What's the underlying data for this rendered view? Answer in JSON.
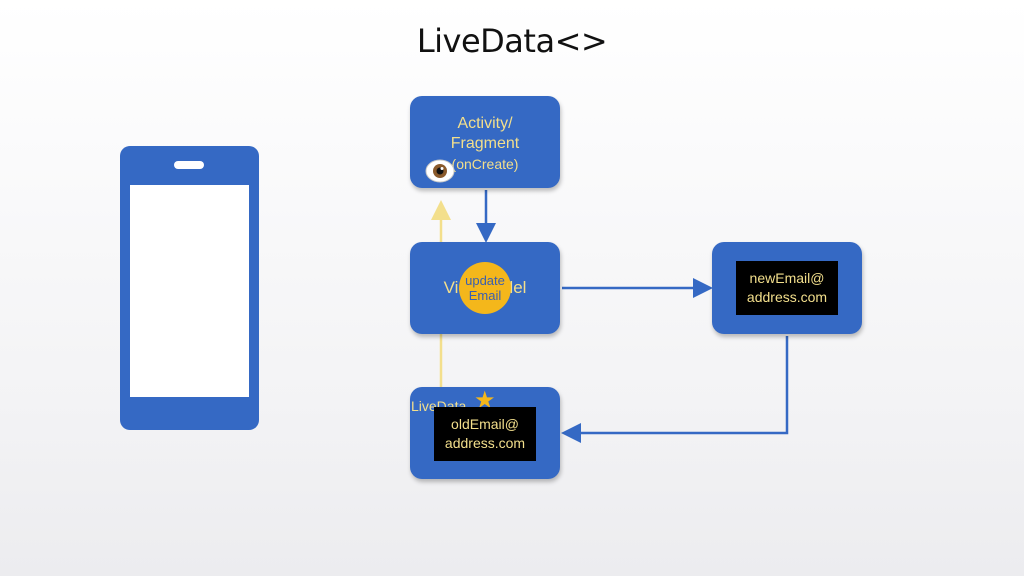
{
  "title": "LiveData<>",
  "activity": {
    "line1": "Activity/",
    "line2": "Fragment",
    "line3": "(onCreate)"
  },
  "viewmodel": {
    "label": "ViewModel",
    "action": {
      "line1": "update",
      "line2": "Email"
    }
  },
  "livedata": {
    "label": "LiveData",
    "email": {
      "line1": "oldEmail@",
      "line2": "address.com"
    }
  },
  "repository": {
    "email": {
      "line1": "newEmail@",
      "line2": "address.com"
    }
  },
  "icons": {
    "eye": "eye-icon",
    "star": "star-icon",
    "phone": "phone-icon"
  },
  "colors": {
    "box": "#3569c4",
    "text": "#f3df8c",
    "observer_line": "#f3df8c",
    "action": "#f4b71b",
    "email_bg": "#000000"
  }
}
